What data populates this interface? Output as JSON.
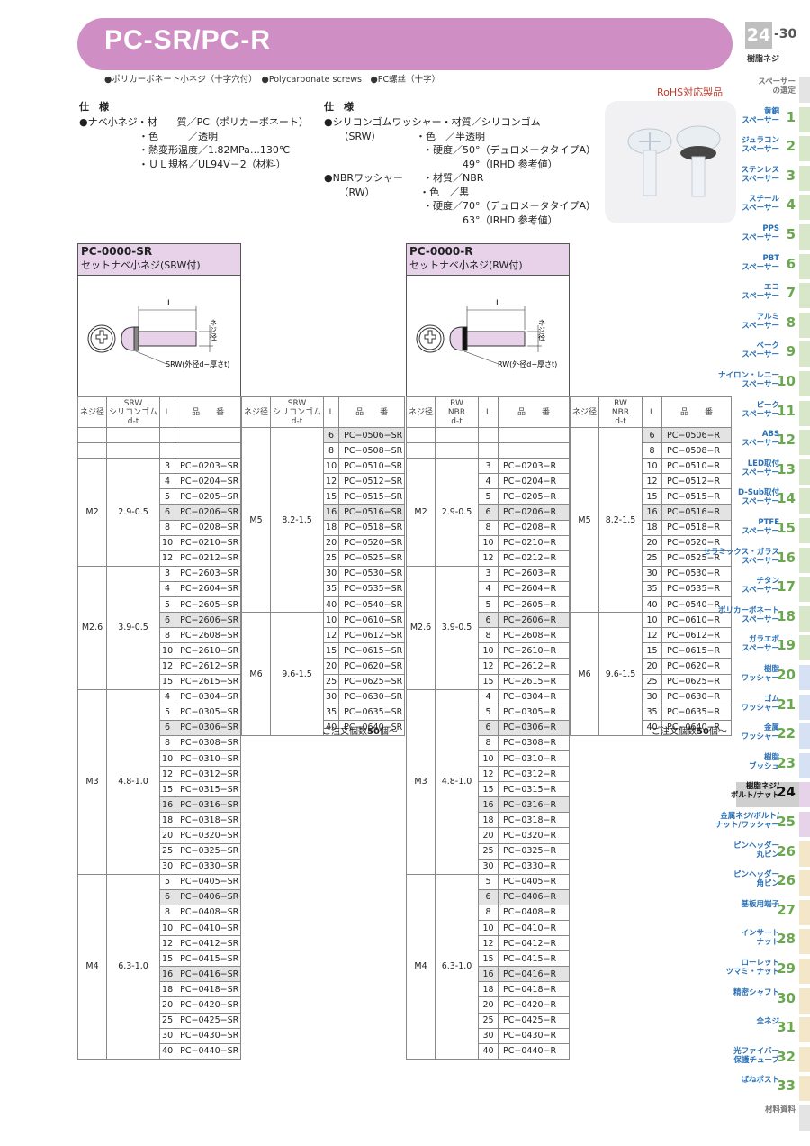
{
  "header": {
    "title": "PC-SR/PC-R",
    "subtitle": "●ポリカーボネート小ネジ（十字穴付）　●Polycarbonate screws　●PC螺丝（十字）",
    "page_num": "24",
    "page_sub": "-30",
    "category": "樹脂ネジ"
  },
  "spec_left": {
    "heading": "仕　様",
    "lines": [
      "●ナベ小ネジ・材　　質／PC（ポリカーボネート）",
      "　　　　　　・色　　　／透明",
      "　　　　　　・熱変形温度／1.82MPa…130℃",
      "　　　　　　・ＵＬ規格／UL94V－2（材料）"
    ]
  },
  "spec_right": {
    "heading": "仕　様",
    "lines": [
      "●シリコンゴムワッシャー・材質／シリコンゴム",
      "　　（SRW）　　　　・色　／半透明",
      "　　　　　　　　　　・硬度／50°（デュロメータタイプA）",
      "　　　　　　　　　　　　　　49°（IRHD 参考値）",
      "●NBRワッシャー　　・材質／NBR",
      "　　（RW）　　　　　・色　／黒",
      "　　　　　　　　　　・硬度／70°（デュロメータタイプA）",
      "　　　　　　　　　　　　　　63°（IRHD 参考値）"
    ]
  },
  "rohs": "RoHS対応製品",
  "products": {
    "sr": {
      "code": "PC-0000-SR",
      "desc": "セットナベ小ネジ(SRW付)",
      "dim_L": "L",
      "dim_d": "ネジ径",
      "washer_label": "SRW(外径d−厚さt)"
    },
    "r": {
      "code": "PC-0000-R",
      "desc": "セットナベ小ネジ(RW付)",
      "dim_L": "L",
      "dim_d": "ネジ径",
      "washer_label": "RW(外径d−厚さt)"
    }
  },
  "table_headers": {
    "sr": {
      "size": "ネジ径",
      "washer": "SRW\nシリコンゴム\nd-t",
      "len": "L",
      "pn": "品　　番"
    },
    "r": {
      "size": "ネジ径",
      "washer": "RW\nNBR\nd-t",
      "len": "L",
      "pn": "品　　番"
    }
  },
  "order_note": {
    "text": "ご注文個数",
    "qty": "50",
    "suffix": "個〜"
  },
  "groups_left": [
    {
      "size": "M2",
      "dt": "2.9-0.5",
      "lens": [
        3,
        4,
        5,
        6,
        8,
        10,
        12
      ]
    },
    {
      "size": "M2.6",
      "dt": "3.9-0.5",
      "lens": [
        3,
        4,
        5,
        6,
        8,
        10,
        12,
        15
      ]
    },
    {
      "size": "M3",
      "dt": "4.8-1.0",
      "lens": [
        4,
        5,
        6,
        8,
        10,
        12,
        15,
        16,
        18,
        20,
        25,
        30
      ]
    },
    {
      "size": "M4",
      "dt": "6.3-1.0",
      "lens": [
        5,
        6,
        8,
        10,
        12,
        15,
        16,
        18,
        20,
        25,
        30,
        40
      ]
    }
  ],
  "groups_right": [
    {
      "size": "M5",
      "dt": "8.2-1.5",
      "lens": [
        6,
        8,
        10,
        12,
        15,
        16,
        18,
        20,
        25,
        30,
        35,
        40
      ]
    },
    {
      "size": "M6",
      "dt": "9.6-1.5",
      "lens": [
        10,
        12,
        15,
        20,
        25,
        30,
        35,
        40
      ]
    }
  ],
  "sr_left_parts": {
    "M2": [
      "PC−0203−SR",
      "PC−0204−SR",
      "PC−0205−SR",
      "PC−0206−SR",
      "PC−0208−SR",
      "PC−0210−SR",
      "PC−0212−SR"
    ],
    "M2.6": [
      "PC−2603−SR",
      "PC−2604−SR",
      "PC−2605−SR",
      "PC−2606−SR",
      "PC−2608−SR",
      "PC−2610−SR",
      "PC−2612−SR",
      "PC−2615−SR"
    ],
    "M3": [
      "PC−0304−SR",
      "PC−0305−SR",
      "PC−0306−SR",
      "PC−0308−SR",
      "PC−0310−SR",
      "PC−0312−SR",
      "PC−0315−SR",
      "PC−0316−SR",
      "PC−0318−SR",
      "PC−0320−SR",
      "PC−0325−SR",
      "PC−0330−SR"
    ],
    "M4": [
      "PC−0405−SR",
      "PC−0406−SR",
      "PC−0408−SR",
      "PC−0410−SR",
      "PC−0412−SR",
      "PC−0415−SR",
      "PC−0416−SR",
      "PC−0418−SR",
      "PC−0420−SR",
      "PC−0425−SR",
      "PC−0430−SR",
      "PC−0440−SR"
    ]
  },
  "sr_right_parts": {
    "M5": [
      "PC−0506−SR",
      "PC−0508−SR",
      "PC−0510−SR",
      "PC−0512−SR",
      "PC−0515−SR",
      "PC−0516−SR",
      "PC−0518−SR",
      "PC−0520−SR",
      "PC−0525−SR",
      "PC−0530−SR",
      "PC−0535−SR",
      "PC−0540−SR"
    ],
    "M6": [
      "PC−0610−SR",
      "PC−0612−SR",
      "PC−0615−SR",
      "PC−0620−SR",
      "PC−0625−SR",
      "PC−0630−SR",
      "PC−0635−SR",
      "PC−0640−SR"
    ]
  },
  "r_left_parts": {
    "M2": [
      "PC−0203−R",
      "PC−0204−R",
      "PC−0205−R",
      "PC−0206−R",
      "PC−0208−R",
      "PC−0210−R",
      "PC−0212−R"
    ],
    "M2.6": [
      "PC−2603−R",
      "PC−2604−R",
      "PC−2605−R",
      "PC−2606−R",
      "PC−2608−R",
      "PC−2610−R",
      "PC−2612−R",
      "PC−2615−R"
    ],
    "M3": [
      "PC−0304−R",
      "PC−0305−R",
      "PC−0306−R",
      "PC−0308−R",
      "PC−0310−R",
      "PC−0312−R",
      "PC−0315−R",
      "PC−0316−R",
      "PC−0318−R",
      "PC−0320−R",
      "PC−0325−R",
      "PC−0330−R"
    ],
    "M4": [
      "PC−0405−R",
      "PC−0406−R",
      "PC−0408−R",
      "PC−0410−R",
      "PC−0412−R",
      "PC−0415−R",
      "PC−0416−R",
      "PC−0418−R",
      "PC−0420−R",
      "PC−0425−R",
      "PC−0430−R",
      "PC−0440−R"
    ]
  },
  "r_right_parts": {
    "M5": [
      "PC−0506−R",
      "PC−0508−R",
      "PC−0510−R",
      "PC−0512−R",
      "PC−0515−R",
      "PC−0516−R",
      "PC−0518−R",
      "PC−0520−R",
      "PC−0525−R",
      "PC−0530−R",
      "PC−0535−R",
      "PC−0540−R"
    ],
    "M6": [
      "PC−0610−R",
      "PC−0612−R",
      "PC−0615−R",
      "PC−0620−R",
      "PC−0625−R",
      "PC−0630−R",
      "PC−0635−R",
      "PC−0640−R"
    ]
  },
  "sidebar": [
    {
      "label": "スペーサー\nの選定",
      "num": ""
    },
    {
      "label": "黄銅\nスペーサー",
      "num": "1"
    },
    {
      "label": "ジュラコン\nスペーサー",
      "num": "2"
    },
    {
      "label": "ステンレス\nスペーサー",
      "num": "3"
    },
    {
      "label": "スチール\nスペーサー",
      "num": "4"
    },
    {
      "label": "PPS\nスペーサー",
      "num": "5"
    },
    {
      "label": "PBT\nスペーサー",
      "num": "6"
    },
    {
      "label": "エコ\nスペーサー",
      "num": "7"
    },
    {
      "label": "アルミ\nスペーサー",
      "num": "8"
    },
    {
      "label": "ベーク\nスペーサー",
      "num": "9"
    },
    {
      "label": "ナイロン・レニー\nスペーサー",
      "num": "10"
    },
    {
      "label": "ピーク\nスペーサー",
      "num": "11"
    },
    {
      "label": "ABS\nスペーサー",
      "num": "12"
    },
    {
      "label": "LED取付\nスペーサー",
      "num": "13"
    },
    {
      "label": "D-Sub取付\nスペーサー",
      "num": "14"
    },
    {
      "label": "PTFE\nスペーサー",
      "num": "15"
    },
    {
      "label": "セラミックス・ガラス\nスペーサー",
      "num": "16"
    },
    {
      "label": "チタン\nスペーサー",
      "num": "17"
    },
    {
      "label": "ポリカーボネート\nスペーサー",
      "num": "18"
    },
    {
      "label": "ガラエポ\nスペーサー",
      "num": "19"
    },
    {
      "label": "樹脂\nワッシャー",
      "num": "20"
    },
    {
      "label": "ゴム\nワッシャー",
      "num": "21"
    },
    {
      "label": "金属\nワッシャー",
      "num": "22"
    },
    {
      "label": "樹脂\nブッシュ",
      "num": "23"
    },
    {
      "label": "樹脂ネジ/\nボルト/ナット",
      "num": "24"
    },
    {
      "label": "金属ネジ/ボルト/\nナット/ワッシャー",
      "num": "25"
    },
    {
      "label": "ピンヘッダー\n丸ピン",
      "num": "26"
    },
    {
      "label": "ピンヘッダー\n角ピン",
      "num": "26"
    },
    {
      "label": "基板用端子",
      "num": "27"
    },
    {
      "label": "インサート\nナット",
      "num": "28"
    },
    {
      "label": "ローレット\nツマミ・ナット",
      "num": "29"
    },
    {
      "label": "精密シャフト",
      "num": "30"
    },
    {
      "label": "全ネジ",
      "num": "31"
    },
    {
      "label": "光ファイバー\n保護チューブ",
      "num": "32"
    },
    {
      "label": "ばねポスト",
      "num": "33"
    },
    {
      "label": "材料資料",
      "num": ""
    }
  ],
  "colors": {
    "accent": "#cf8fc4",
    "box": "#e7d2ea",
    "shade": "#e3e3e3",
    "sidebar_blue": "#2a6fb5",
    "sidebar_green": "#6aa84f"
  }
}
